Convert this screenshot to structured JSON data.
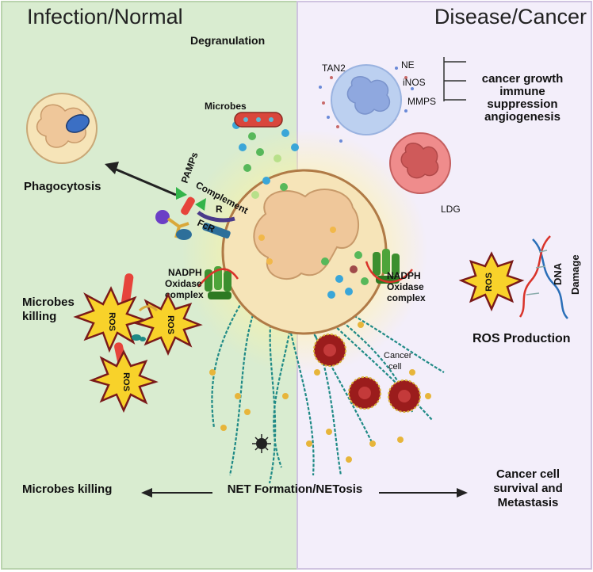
{
  "panels": {
    "left_title": "Infection/Normal",
    "right_title": "Disease/Cancer"
  },
  "labels": {
    "degranulation": "Degranulation",
    "microbes": "Microbes",
    "pamps": "PAMPs",
    "complement_line1": "Complement",
    "complement_line2": "R",
    "fcr": "FcR",
    "phagocytosis": "Phagocytosis",
    "nadph_left_line1": "NADPH",
    "nadph_left_line2": "Oxidase",
    "nadph_left_line3": "complex",
    "nadph_right_line1": "NADPH",
    "nadph_right_line2": "Oxidase",
    "nadph_right_line3": "complex",
    "microbes_killing_left_line1": "Microbes",
    "microbes_killing_left_line2": "killing",
    "ros": "ROS",
    "tan2": "TAN2",
    "ne": "NE",
    "inos": "iNOS",
    "mmps": "MMPS",
    "cancer_growth": "cancer growth",
    "immune": "immune",
    "suppression": "suppression",
    "angiogenesis": "angiogenesis",
    "ldg": "LDG",
    "dna": "DNA",
    "damage": "Damage",
    "ros_production": "ROS Production",
    "cancer_cell_line1": "Cancer",
    "cancer_cell_line2": "cell",
    "net_formation": "NET Formation/NETosis",
    "microbes_killing_bottom": "Microbes killing",
    "survival_line1": "Cancer cell",
    "survival_line2": "survival and",
    "survival_line3": "Metastasis"
  },
  "colors": {
    "left_bg": "#d9ecd0",
    "right_bg": "#f3eefa",
    "cell_fill": "#f6e4b8",
    "cell_border": "#b07a46",
    "nucleus": "#efc79a",
    "net": "#1f8a86",
    "ros_burst": "#f8d22a",
    "ros_border": "#7a1a1a",
    "tan2": "#bcd0f0",
    "ldg": "#ef8c8c",
    "cancer_cell": "#9b1c1c"
  }
}
